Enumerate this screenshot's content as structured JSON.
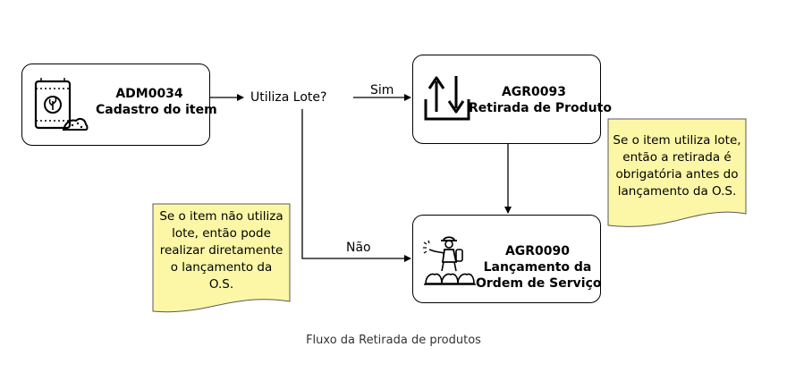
{
  "nodes": {
    "cadastro": {
      "code": "ADM0034",
      "name": "Cadastro do item",
      "icon": "seed-bag-icon"
    },
    "retirada": {
      "code": "AGR0093",
      "name": "Retirada de Produto",
      "icon": "product-exchange-icon"
    },
    "lancamento": {
      "code": "AGR0090",
      "name_line1": "Lançamento da",
      "name_line2": "Ordem de Serviço",
      "icon": "crop-spraying-icon"
    }
  },
  "decision": {
    "label": "Utiliza Lote?"
  },
  "edges": {
    "yes_label": "Sim",
    "no_label": "Não"
  },
  "notes": {
    "left": {
      "lines": [
        "Se o item não utiliza",
        "lote, então pode",
        "realizar diretamente",
        "o lançamento da",
        "O.S."
      ]
    },
    "right": {
      "lines": [
        "Se o item utiliza lote,",
        "então a retirada é",
        "obrigatória antes do",
        "lançamento da O.S."
      ]
    }
  },
  "caption": "Fluxo da Retirada de produtos",
  "colors": {
    "note_fill": "#fbf7a7",
    "note_stroke": "#5a5a5a",
    "line": "#000000"
  }
}
